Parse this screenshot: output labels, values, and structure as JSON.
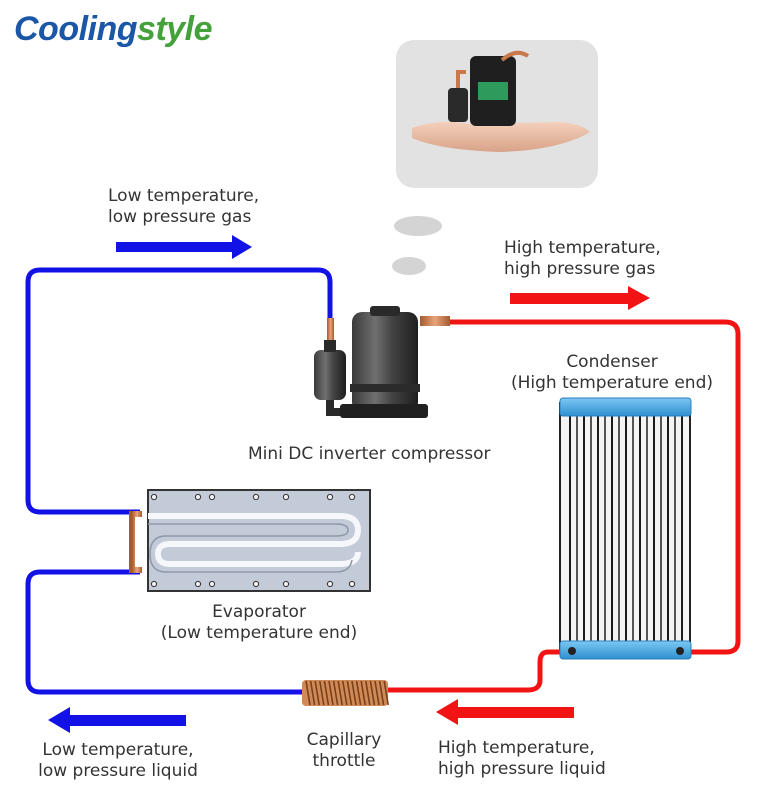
{
  "brand": {
    "part1": "Cooling",
    "part2": "style"
  },
  "labels": {
    "low_gas": [
      "Low temperature,",
      "low pressure gas"
    ],
    "high_gas": [
      "High temperature,",
      "high pressure gas"
    ],
    "condenser": [
      "Condenser",
      "(High temperature end)"
    ],
    "compressor": "Mini DC inverter compressor",
    "evaporator": [
      "Evaporator",
      "(Low temperature end)"
    ],
    "capillary": [
      "Capillary",
      "throttle"
    ],
    "low_liquid": [
      "Low temperature,",
      "low pressure liquid"
    ],
    "high_liquid": [
      "High temperature,",
      "high pressure liquid"
    ]
  },
  "colors": {
    "cold_pipe": "#1212e6",
    "hot_pipe": "#f21414",
    "copper": "#c8784a",
    "condenser_header": "#4aaee8",
    "panel_bg": "#e2e2e2",
    "text": "#333333"
  }
}
